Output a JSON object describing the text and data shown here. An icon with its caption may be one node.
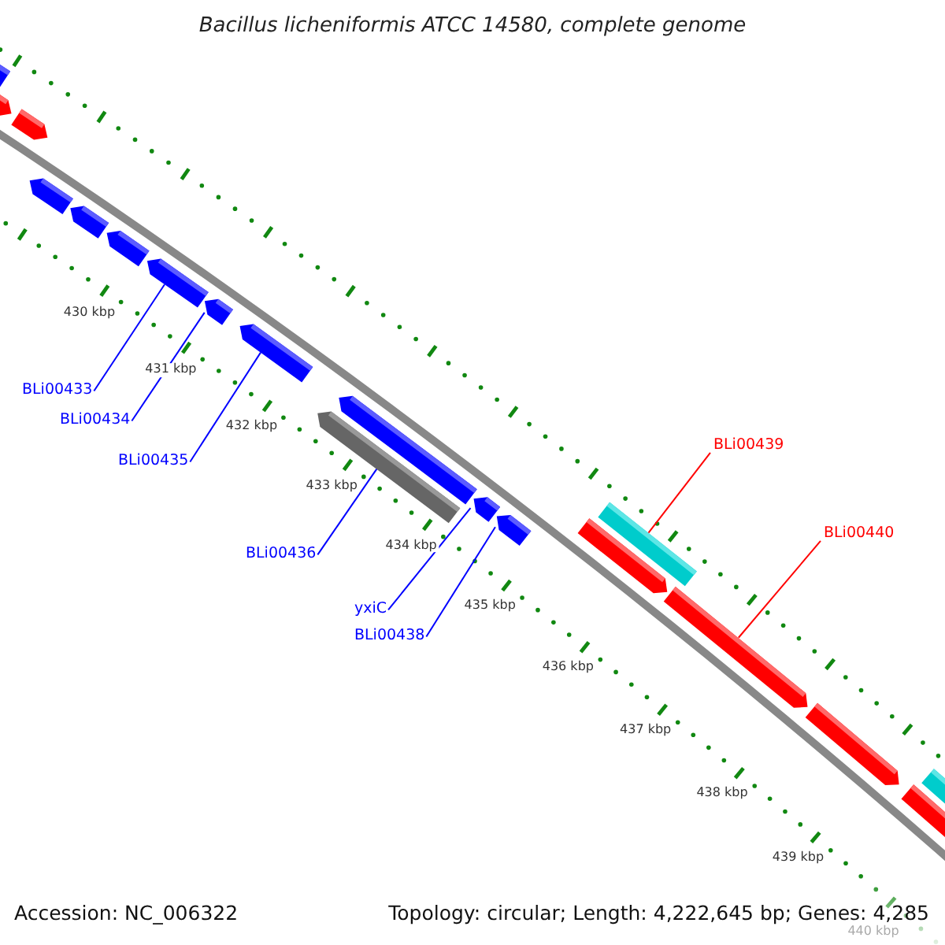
{
  "diagram": {
    "title": "Bacillus licheniformis ATCC 14580, complete genome",
    "nodes": [
      {
        "text": [],
        "shape": "bar"
      },
      {
        "text": [],
        "shape": "bar"
      },
      {
        "text": [],
        "shape": "bar"
      },
      {
        "text": [],
        "shape": "bar"
      },
      {
        "text": [],
        "shape": "bar"
      },
      {
        "text": [],
        "shape": "bar"
      },
      {
        "text": [],
        "shape": "bar"
      },
      {
        "text": [],
        "shape": "bar"
      },
      {
        "text": [],
        "shape": "bar"
      },
      {
        "text": [],
        "shape": "bar"
      },
      {
        "text": [],
        "shape": "bar"
      },
      {
        "text": [],
        "shape": "bar"
      },
      {
        "text": [],
        "shape": "bar"
      },
      {
        "text": [],
        "shape": "bar"
      },
      {
        "text": [],
        "shape": "bar"
      },
      {
        "text": [],
        "shape": "bar"
      },
      {
        "text": [],
        "shape": "bar"
      },
      {
        "text": [],
        "shape": "bar"
      },
      {
        "text": [],
        "shape": "bar"
      },
      {
        "text": [
          "BLi00433"
        ]
      },
      {
        "text": [
          "BLi00434"
        ]
      },
      {
        "text": [
          "BLi00435"
        ]
      },
      {
        "text": [
          "BLi00436"
        ]
      },
      {
        "text": [
          "yxiC"
        ]
      },
      {
        "text": [
          "BLi00438"
        ]
      },
      {
        "text": [
          "BLi00439"
        ]
      },
      {
        "text": [
          "BLi00440"
        ]
      }
    ],
    "edges": [
      {
        "from": 19,
        "to": 6,
        "arrow": "none"
      },
      {
        "from": 20,
        "to": 7,
        "arrow": "none"
      },
      {
        "from": 21,
        "to": 8,
        "arrow": "none"
      },
      {
        "from": 22,
        "to": 10,
        "arrow": "none"
      },
      {
        "from": 23,
        "to": 11,
        "arrow": "none"
      },
      {
        "from": 24,
        "to": 12,
        "arrow": "none"
      },
      {
        "from": 25,
        "to": 13,
        "arrow": "none",
        "color": "#ff0000"
      },
      {
        "from": 26,
        "to": 15,
        "arrow": "none",
        "color": "#ff0000"
      }
    ],
    "labels": [
      "430 kbp",
      "431 kbp",
      "432 kbp",
      "433 kbp",
      "434 kbp",
      "435 kbp",
      "436 kbp",
      "437 kbp",
      "438 kbp",
      "439 kbp",
      "440 kbp",
      "Accession: NC_006322",
      "Topology: circular; Length: 4,222,645 bp; Genes: 4,285"
    ]
  }
}
